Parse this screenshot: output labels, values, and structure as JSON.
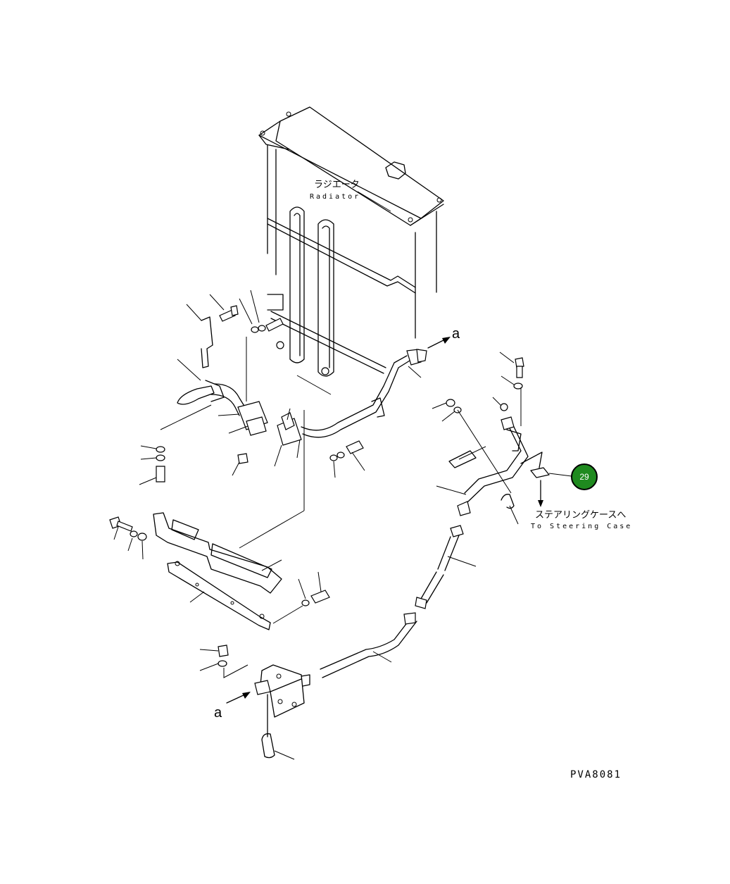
{
  "labels": {
    "radiator_jp": "ラジエータ",
    "radiator_en": "Radiator",
    "steering_jp": "ステアリングケースへ",
    "steering_en": "To Steering Case",
    "ref_a_top": "a",
    "ref_a_bottom": "a",
    "drawing_code": "PVA8081"
  },
  "callout": {
    "number": "29",
    "color": "#1f8a1f"
  }
}
